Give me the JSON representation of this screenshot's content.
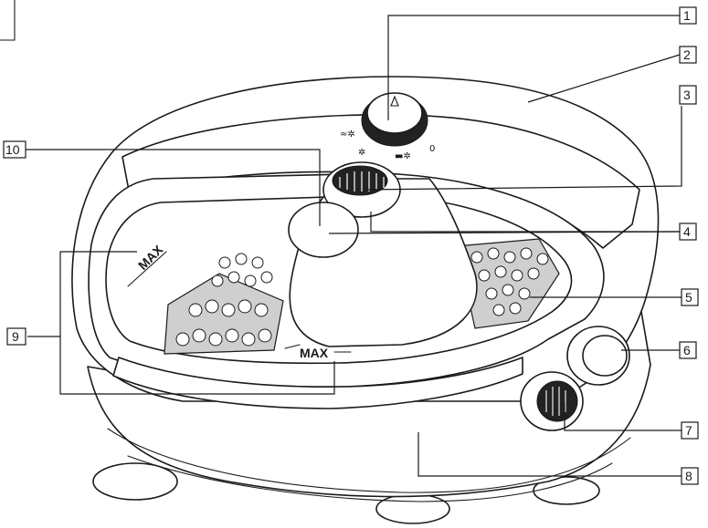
{
  "callouts": [
    {
      "label": "1"
    },
    {
      "label": "2"
    },
    {
      "label": "3"
    },
    {
      "label": "4"
    },
    {
      "label": "5"
    },
    {
      "label": "6"
    },
    {
      "label": "7"
    },
    {
      "label": "8"
    },
    {
      "label": "9"
    },
    {
      "label": "10"
    }
  ],
  "markings": {
    "max_front": "MAX",
    "max_side": "MAX"
  }
}
